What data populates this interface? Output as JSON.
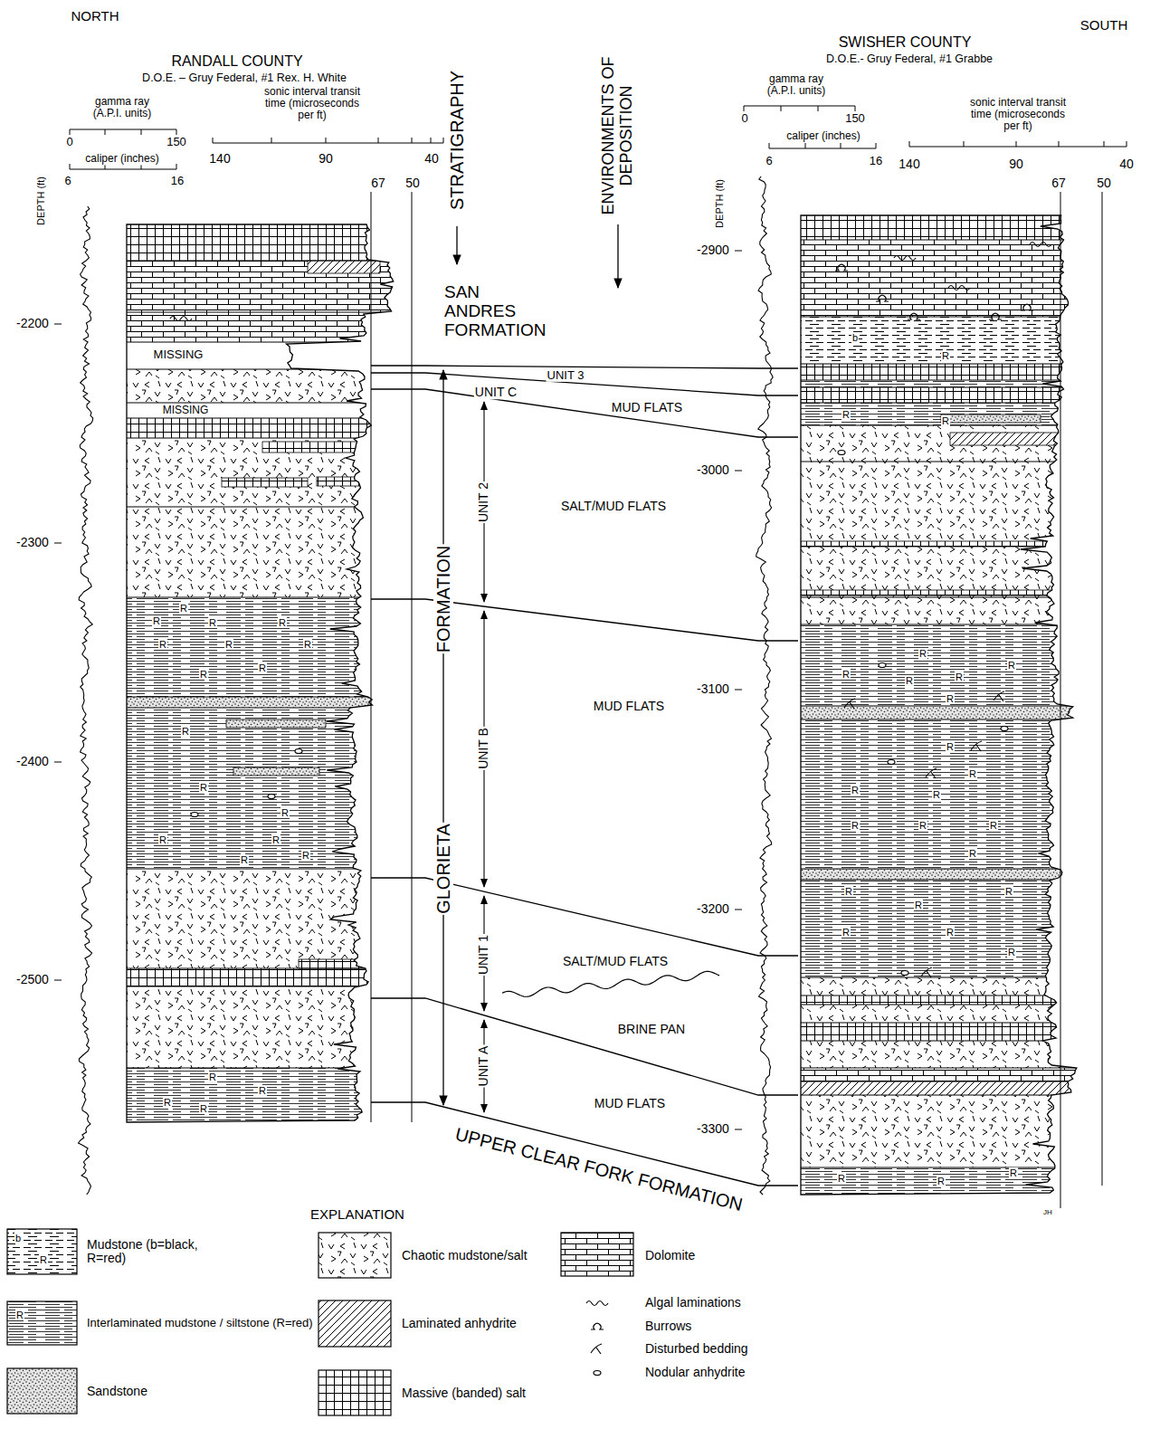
{
  "diagram": {
    "labels": [
      "NORTH",
      "SOUTH",
      "RANDALL COUNTY",
      "D.O.E. – Gruy Federal, #1 Rex. H. White",
      "gamma ray (A.P.I. units)",
      "0",
      "150",
      "caliper (inches)",
      "6",
      "16",
      "sonic interval transit time (microseconds per ft)",
      "140",
      "90",
      "40",
      "67",
      "50",
      "DEPTH (ft)",
      "-2200",
      "-2300",
      "-2400",
      "-2500",
      "STRATIGRAPHY",
      "ENVIRONMENTS OF DEPOSITION",
      "SAN ANDRES FORMATION",
      "GLORIETA",
      "FORMATION",
      "UNIT 3",
      "UNIT C",
      "UNIT 2",
      "UNIT B",
      "UNIT 1",
      "UNIT A",
      "MUD FLATS",
      "SALT/MUD FLATS",
      "MUD FLATS",
      "SALT/MUD FLATS",
      "BRINE PAN",
      "MUD FLATS",
      "UPPER CLEAR FORK FORMATION",
      "MISSING",
      "MISSING",
      "SWISHER COUNTY",
      "D.O.E.- Gruy Federal, #1 Grabbe",
      "gamma ray (A.P.I. units)",
      "0",
      "150",
      "caliper (inches)",
      "6",
      "16",
      "sonic interval transit time (microseconds per ft)",
      "140",
      "90",
      "40",
      "67",
      "50",
      "DEPTH (ft)",
      "-2900",
      "-3000",
      "-3100",
      "-3200",
      "-3300",
      "JH",
      "EXPLANATION",
      "b",
      "R",
      "R",
      "R",
      "R",
      "R",
      "R",
      "R",
      "R",
      "R",
      "R",
      "R",
      "R",
      "R",
      "R",
      "R",
      "R",
      "R",
      "R",
      "R",
      "R",
      "R",
      "R",
      "R",
      "R",
      "R",
      "R",
      "R",
      "R",
      "R",
      "R",
      "R",
      "R",
      "R",
      "R",
      "R",
      "R",
      "R",
      "R",
      "R",
      "R",
      "R",
      "R",
      "R",
      "R",
      "R",
      "R",
      "R",
      "R",
      "b"
    ],
    "legend": [
      {
        "text": "Mudstone (b=black, R=red)"
      },
      {
        "text": "Interlaminated mudstone / siltstone (R=red)"
      },
      {
        "text": "Sandstone"
      },
      {
        "text": "Chaotic mudstone/salt"
      },
      {
        "text": "Laminated anhydrite"
      },
      {
        "text": "Massive (banded) salt"
      },
      {
        "text": "Dolomite"
      },
      {
        "text": "Algal laminations"
      },
      {
        "text": "Burrows"
      },
      {
        "text": "Disturbed bedding"
      },
      {
        "text": "Nodular anhydrite"
      }
    ]
  }
}
